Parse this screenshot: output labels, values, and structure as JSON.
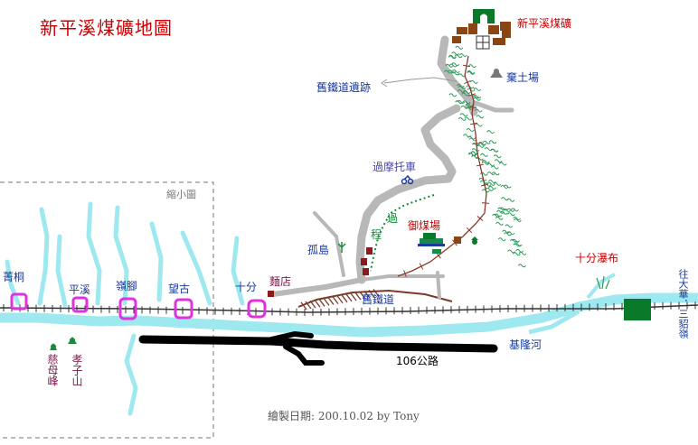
{
  "map_title": "新平溪煤礦地圖",
  "credit": "繪製日期: 200.10.02 by Tony",
  "inset_label": "縮小圖",
  "places": {
    "mine": "新平溪煤礦",
    "dump": "棄土場",
    "old_railway_ruins": "舊鐵道遺跡",
    "motorcar": "過摩托車",
    "route_chars": [
      "過",
      "程"
    ],
    "coal_yard": "御煤場",
    "gudao": "孤島",
    "noodle_shop": "麵店",
    "old_railway": "舊鐵道",
    "shifen_waterfall": "十分瀑布",
    "keelung_river": "基隆河",
    "road_106": "106公路",
    "toward_dahua": "往大華．三貂嶺",
    "cimu_peak": "慈母峰",
    "xiaozi_mountain": "孝子山"
  },
  "stations": [
    "菁桐",
    "平溪",
    "嶺腳",
    "望古",
    "十分"
  ],
  "colors": {
    "title": "#cc0000",
    "river": "#9ee8f0",
    "road_gray": "#b8b8b8",
    "highway": "#000000",
    "rail": "#333333",
    "station_marker": "#e030e0",
    "vegetation": "#2e9a5a",
    "mine_building": "#8b4513",
    "green_block": "#0a7a2a",
    "place_red": "#cc0000",
    "place_blue": "#1a3a9c",
    "place_purple": "#7a1a4a"
  }
}
